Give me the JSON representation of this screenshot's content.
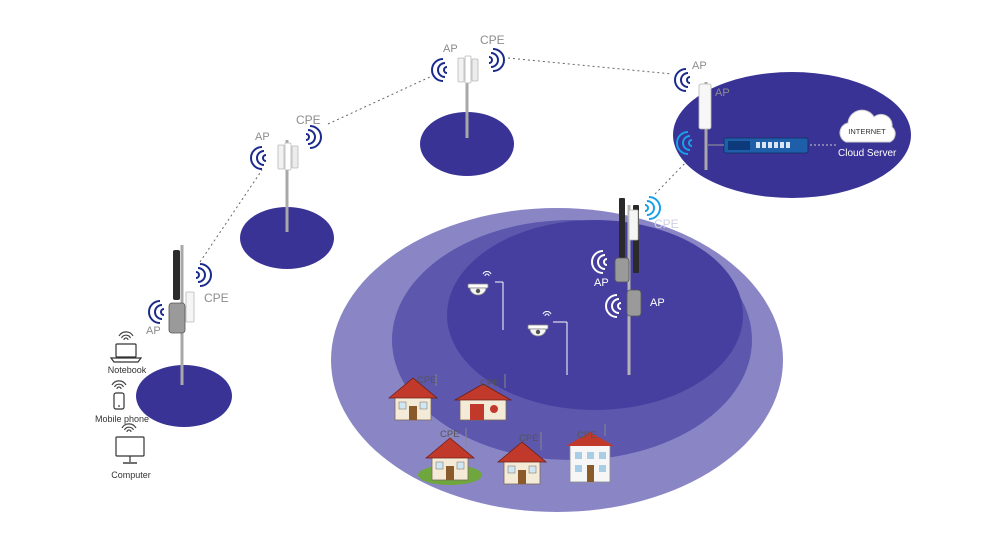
{
  "labels": {
    "ap": "AP",
    "cpe": "CPE",
    "internet": "INTERNET",
    "cloud_server": "Cloud Server",
    "notebook": "Notebook",
    "mobile_phone": "Mobile phone",
    "computer": "Computer"
  },
  "colors": {
    "disc": "#3a3396",
    "coverage_outer": "#8a86c6",
    "coverage_mid": "#5d57ad",
    "coverage_inner": "#463f9f",
    "wifi": "#1a2a8c",
    "wifi_bright": "#18a0e8",
    "switch": "#1f5ea8",
    "label_gray": "#8c8c8c"
  },
  "icons": [
    "wifi-icon",
    "cloud-icon",
    "switch-icon",
    "notebook-icon",
    "mobile-phone-icon",
    "computer-icon",
    "camera-icon",
    "house-icon",
    "tower-icon"
  ]
}
